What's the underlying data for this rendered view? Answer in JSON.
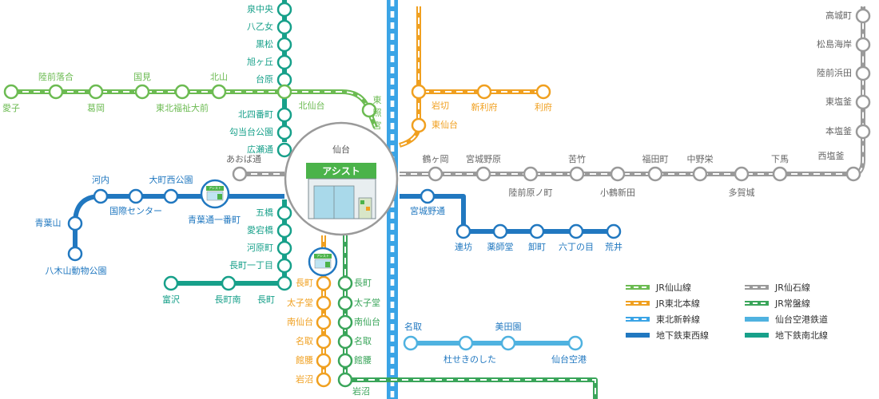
{
  "colors": {
    "senzan": "#6cbb52",
    "tohoku": "#f0a020",
    "shinkansen": "#3aa4e6",
    "tozai": "#2178c0",
    "senseki": "#9a9a9a",
    "joban": "#3aa55a",
    "airport": "#4fb2e0",
    "nanboku": "#17a08a",
    "shop": "#4bb34a"
  },
  "hub": {
    "name": "仙台",
    "shop": "アシスト"
  },
  "shop_small": "アシスト",
  "lines": {
    "nanboku_north": [
      "泉中央",
      "八乙女",
      "黒松",
      "旭ヶ丘",
      "台原",
      "北仙台",
      "北四番町",
      "勾当台公園",
      "広瀬通"
    ],
    "nanboku_south": [
      "五橋",
      "愛宕橋",
      "河原町",
      "長町一丁目",
      "長町",
      "長町南",
      "富沢"
    ],
    "senzan": [
      "愛子",
      "陸前落合",
      "葛岡",
      "国見",
      "東北福祉大前",
      "北山",
      "北仙台",
      "東照宮"
    ],
    "tohoku_north": [
      "岩切",
      "新利府",
      "利府",
      "東仙台"
    ],
    "tohoku_south": [
      "長町",
      "太子堂",
      "南仙台",
      "名取",
      "館腰",
      "岩沼"
    ],
    "joban": [
      "長町",
      "太子堂",
      "南仙台",
      "名取",
      "館腰",
      "岩沼"
    ],
    "tozai_west": [
      "八木山動物公園",
      "青葉山",
      "河内",
      "国際センター",
      "大町西公園",
      "青葉通一番町"
    ],
    "tozai_east": [
      "宮城野通",
      "連坊",
      "薬師堂",
      "卸町",
      "六丁の目",
      "荒井"
    ],
    "senseki": [
      "あおば通",
      "鶴ヶ岡",
      "宮城野原",
      "陸前原ノ町",
      "苦竹",
      "小鶴新田",
      "福田町",
      "中野栄",
      "多賀城",
      "下馬",
      "西塩釜",
      "本塩釜",
      "東塩釜",
      "陸前浜田",
      "松島海岸",
      "高城町"
    ],
    "airport": [
      "名取",
      "杜せきのした",
      "美田園",
      "仙台空港"
    ]
  },
  "legend": [
    {
      "label": "JR仙山線",
      "color": "#6cbb52",
      "style": "dash"
    },
    {
      "label": "JR東北本線",
      "color": "#f0a020",
      "style": "dash"
    },
    {
      "label": "東北新幹線",
      "color": "#3aa4e6",
      "style": "dash"
    },
    {
      "label": "地下鉄東西線",
      "color": "#2178c0",
      "style": "solid"
    },
    {
      "label": "JR仙石線",
      "color": "#9a9a9a",
      "style": "dash"
    },
    {
      "label": "JR常盤線",
      "color": "#3aa55a",
      "style": "dash"
    },
    {
      "label": "仙台空港鉄道",
      "color": "#4fb2e0",
      "style": "solid"
    },
    {
      "label": "地下鉄南北線",
      "color": "#17a08a",
      "style": "solid"
    }
  ]
}
